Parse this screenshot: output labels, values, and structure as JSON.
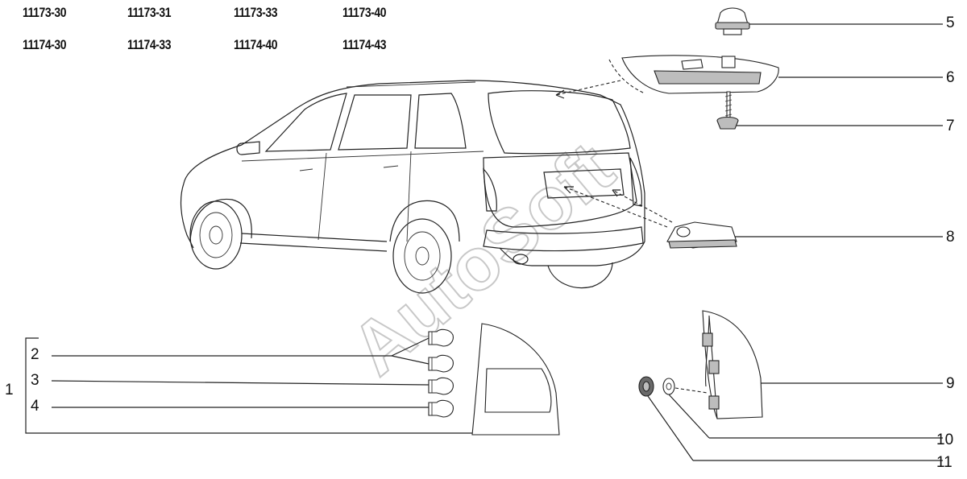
{
  "model_codes": {
    "row1": [
      "11173-30",
      "11173-31",
      "11173-33",
      "11173-40"
    ],
    "row2": [
      "11174-30",
      "11174-33",
      "11174-40",
      "11174-43"
    ]
  },
  "callouts": {
    "n1": "1",
    "n2": "2",
    "n3": "3",
    "n4": "4",
    "n5": "5",
    "n6": "6",
    "n7": "7",
    "n8": "8",
    "n9": "9",
    "n10": "10",
    "n11": "11"
  },
  "watermark": "AutoSoft"
}
